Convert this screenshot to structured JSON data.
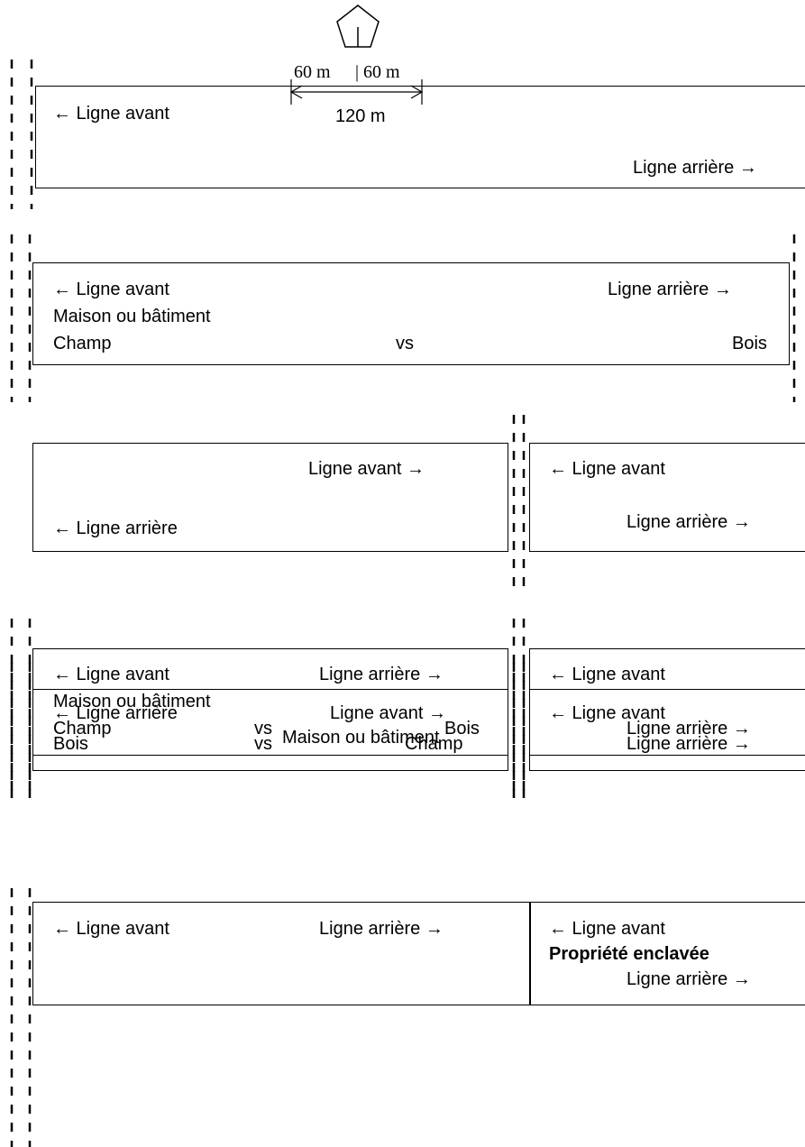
{
  "top_figure": {
    "left_half": "60 m",
    "right_half": "| 60 m",
    "total": "120 m"
  },
  "row1": {
    "front": "← Ligne avant",
    "back": "Ligne arrière →"
  },
  "row2": {
    "front": "← Ligne avant",
    "back": "Ligne arrière →",
    "building": "Maison ou bâtiment",
    "left": "Champ",
    "vs": "vs",
    "right": "Bois"
  },
  "row3": {
    "left_box": {
      "front": "Ligne avant →",
      "back": "← Ligne arrière"
    },
    "right_box": {
      "front": "← Ligne avant",
      "back": "Ligne arrière →"
    }
  },
  "row4": {
    "left_box": {
      "front": "← Ligne avant",
      "back": "Ligne arrière →",
      "building": "Maison ou bâtiment",
      "left": "Champ",
      "vs": "vs",
      "right": "Bois"
    },
    "right_box": {
      "front": "← Ligne avant",
      "back": "Ligne arrière →"
    }
  },
  "row5": {
    "left_box": {
      "back": "← Ligne arrière",
      "front": "Ligne avant →",
      "building": "Maison ou bâtiment",
      "left": "Bois",
      "vs": "vs",
      "right": "Champ"
    },
    "right_box": {
      "front": "← Ligne avant",
      "back": "Ligne arrière →"
    }
  },
  "row6": {
    "left_box": {
      "front": "← Ligne avant",
      "back": "Ligne arrière →"
    },
    "right_box": {
      "front": "← Ligne avant",
      "landlocked": "Propriété enclavée",
      "back": "Ligne arrière →"
    }
  }
}
